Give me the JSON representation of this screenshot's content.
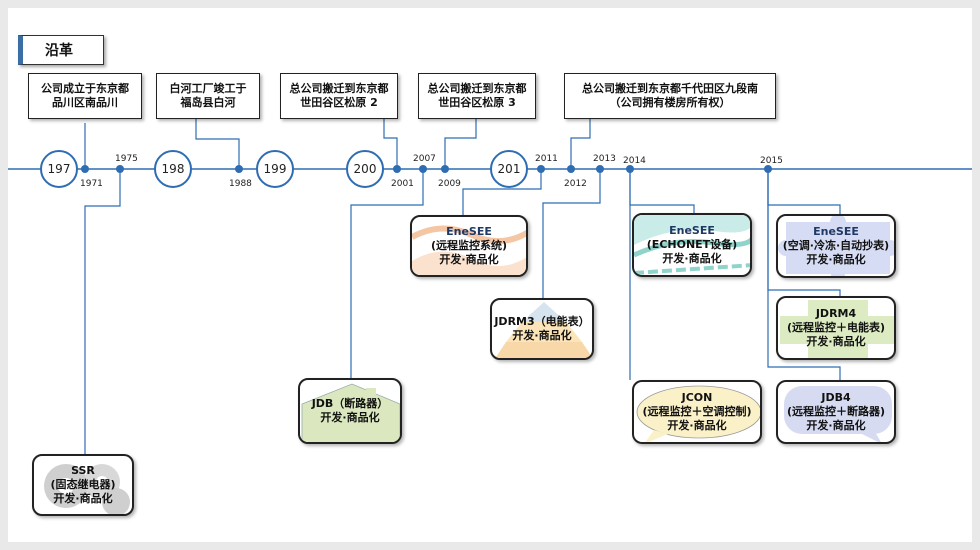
{
  "title": "沿革",
  "colors": {
    "timeline": "#2f6db3",
    "connector": "#2f6db3",
    "border": "#222222"
  },
  "decades": [
    "197",
    "198",
    "199",
    "200",
    "201"
  ],
  "years": [
    "1971",
    "1975",
    "1988",
    "2001",
    "2007",
    "2009",
    "2011",
    "2012",
    "2013",
    "2014",
    "2015"
  ],
  "events": [
    {
      "lines": [
        "公司成立于东京都",
        "品川区南品川"
      ]
    },
    {
      "lines": [
        "白河工厂竣工于",
        "福岛县白河"
      ]
    },
    {
      "lines": [
        "总公司搬迁到东京都",
        "世田谷区松原 2"
      ]
    },
    {
      "lines": [
        "总公司搬迁到东京都",
        "世田谷区松原 3"
      ]
    },
    {
      "lines": [
        "总公司搬迁到东京都千代田区九段南",
        "（公司拥有楼房所有权）"
      ]
    }
  ],
  "products": [
    {
      "name": "SSR",
      "desc": "(固态继电器)",
      "status": "开发·商品化",
      "icon": "gears-icon"
    },
    {
      "name": "JDB（断路器）",
      "desc": "",
      "status": "开发·商品化",
      "icon": "house-icon"
    },
    {
      "name": "EneSEE",
      "desc": "(远程监控系统)",
      "status": "开发·商品化",
      "icon": "wave-icon"
    },
    {
      "name": "JDRM3（电能表）",
      "desc": "",
      "status": "开发·商品化",
      "icon": "pyramid-icon"
    },
    {
      "name": "EneSEE",
      "desc": "(ECHONET设备)",
      "status": "开发·商品化",
      "icon": "wave-icon"
    },
    {
      "name": "JCON",
      "desc": "(远程监控＋空调控制)",
      "status": "开发·商品化",
      "icon": "bubble-icon"
    },
    {
      "name": "EneSEE",
      "desc": "(空调·冷冻·自动抄表)",
      "status": "开发·商品化",
      "icon": "puzzle-icon"
    },
    {
      "name": "JDRM4",
      "desc": "(远程监控＋电能表)",
      "status": "开发·商品化",
      "icon": "cross-icon"
    },
    {
      "name": "JDB4",
      "desc": "(远程监控＋断路器)",
      "status": "开发·商品化",
      "icon": "speech-bubble-icon"
    }
  ]
}
